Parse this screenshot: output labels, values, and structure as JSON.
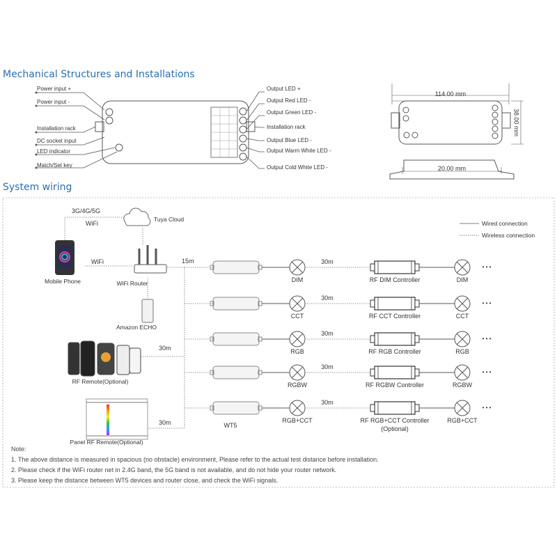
{
  "headings": {
    "mechanical": "Mechanical Structures and Installations",
    "system": "System wiring"
  },
  "mechanical": {
    "left_labels": [
      "Power input +",
      "Power input -",
      "Installation rack",
      "DC socket input",
      "LED indicator",
      "Match/Set key"
    ],
    "right_labels": [
      "Output LED +",
      "Output Red LED -",
      "Output Green LED -",
      "Installation rack",
      "Output Blue LED -",
      "Output Warm White LED -",
      "Output Cold White LED -"
    ],
    "dim_width": "114.00 mm",
    "dim_height": "38.00 mm",
    "dim_depth": "20.00 mm"
  },
  "wiring": {
    "legend": {
      "wired": "Wired connection",
      "wireless": "Wireless connection"
    },
    "network": "3G/4G/5G",
    "wifi_top": "WiFi",
    "cloud": "Tuya Cloud",
    "wifi_mid": "WiFi",
    "phone": "Mobile Phone",
    "router": "WiFi Router",
    "echo": "Amazon ECHO",
    "rf_remote": "RF Remote(Optional)",
    "panel_remote": "Panel RF Remote(Optional)",
    "dist_15": "15m",
    "dist_30a": "30m",
    "dist_30b": "30m",
    "device": "WT5",
    "rows": [
      {
        "light": "DIM",
        "dist": "30m",
        "controller": "RF DIM Controller",
        "light2": "DIM"
      },
      {
        "light": "CCT",
        "dist": "30m",
        "controller": "RF CCT Controller",
        "light2": "CCT"
      },
      {
        "light": "RGB",
        "dist": "30m",
        "controller": "RF RGB Controller",
        "light2": "RGB"
      },
      {
        "light": "RGBW",
        "dist": "30m",
        "controller": "RF RGBW Controller",
        "light2": "RGBW"
      },
      {
        "light": "RGB+CCT",
        "dist": "30m",
        "controller": "RF RGB+CCT Controller",
        "controller_sub": "(Optional)",
        "light2": "RGB+CCT"
      }
    ],
    "ellipsis": "• • •"
  },
  "notes": {
    "title": "Note:",
    "items": [
      "1. The above distance is measured in spacious (no obstacle) environment,  Please refer to the actual test distance before installation.",
      "2. Please check if the WiFi router net in 2.4G band, the 5G band is not available, and do not hide your router network.",
      "3. Please keep the distance between WT5 devices and router close, and check the WiFi signals."
    ]
  },
  "colors": {
    "heading": "#2a6fb0",
    "line": "#555555"
  }
}
